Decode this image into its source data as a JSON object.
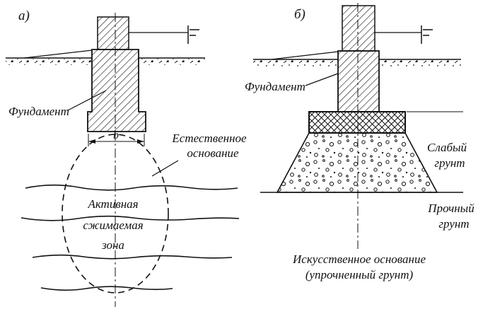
{
  "diagram": {
    "panel_a": {
      "tag": "а)",
      "foundation_label": "Фундамент",
      "dim_b": "b",
      "natural_base_line1": "Естественное",
      "natural_base_line2": "основание",
      "zone_line1": "Активная",
      "zone_line2": "сжимаемая",
      "zone_line3": "зона"
    },
    "panel_b": {
      "tag": "б)",
      "foundation_label": "Фундамент",
      "weak_soil_line1": "Слабый",
      "weak_soil_line2": "грунт",
      "strong_soil_line1": "Прочный",
      "strong_soil_line2": "грунт",
      "artificial_base_line1": "Искусственное основание",
      "artificial_base_line2": "(упрочненный грунт)"
    },
    "colors": {
      "ink": "#111111",
      "paper": "#ffffff"
    }
  }
}
